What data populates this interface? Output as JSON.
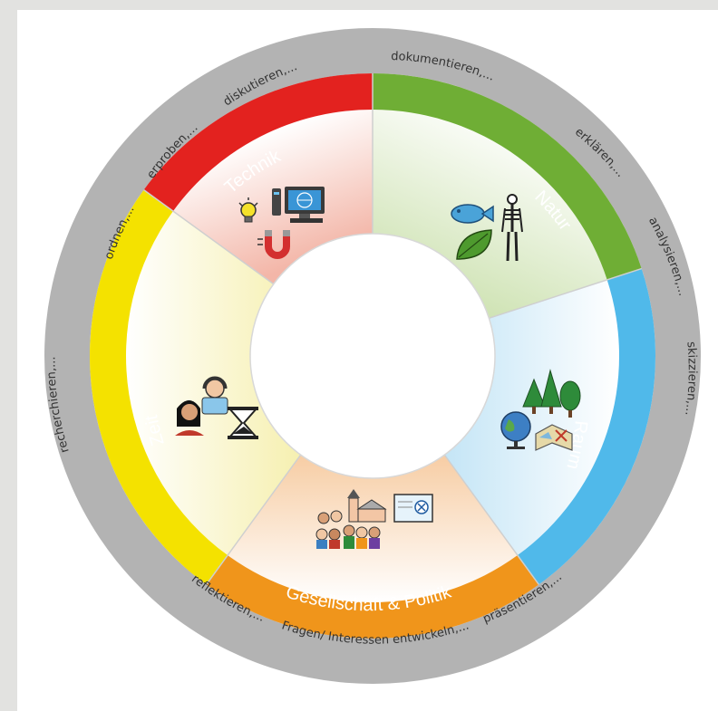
{
  "diagram": {
    "sectors": [
      {
        "id": "technik",
        "label": "Technik",
        "color": "#e3221f",
        "icon": "technology-icon"
      },
      {
        "id": "natur",
        "label": "Natur",
        "color": "#6fae35",
        "icon": "nature-icon"
      },
      {
        "id": "raum",
        "label": "Raum",
        "color": "#50b9ea",
        "icon": "space-icon"
      },
      {
        "id": "gesellschaft",
        "label": "Gesellschaft & Politik",
        "color": "#f0951b",
        "icon": "society-icon"
      },
      {
        "id": "zeit",
        "label": "Zeit",
        "color": "#f4e200",
        "icon": "time-icon"
      }
    ],
    "ring_labels": [
      "dokumentieren,...",
      "erklären,...",
      "analysieren,...",
      "skizzieren,...",
      "präsentieren,...",
      "Fragen/ Interessen entwickeln,...",
      "reflektieren,...",
      "recherchieren,...",
      "ordnen,...",
      "erproben,...",
      "diskutieren,..."
    ],
    "colors": {
      "outer_ring": "#b3b3b3",
      "background": "#e2e2e0",
      "divider": "#cfcfcf"
    }
  }
}
